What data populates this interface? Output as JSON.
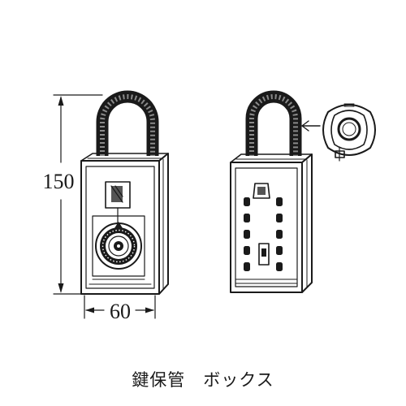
{
  "dimensions": {
    "height_label": "150",
    "width_label": "60"
  },
  "caption": "鍵保管　ボックス",
  "colors": {
    "ink": "#1a1a1a",
    "background": "#ffffff"
  },
  "views": [
    {
      "id": "dial-lock-box",
      "icon": "dial-combination-key-box-drawing"
    },
    {
      "id": "pushbutton-lock-box",
      "icon": "pushbutton-key-box-drawing"
    },
    {
      "id": "loop-detail",
      "icon": "loop-detail-drawing"
    }
  ]
}
